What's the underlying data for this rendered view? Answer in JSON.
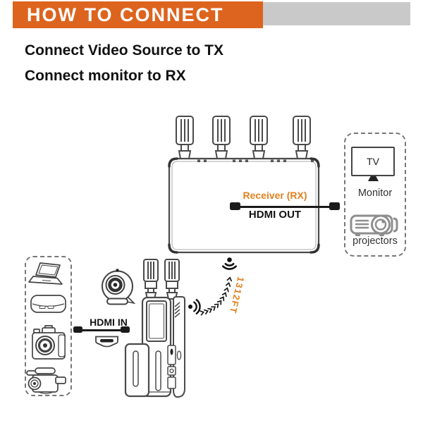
{
  "header": {
    "title": "HOW TO CONNECT"
  },
  "intro": {
    "line1": "Connect Video Source to TX",
    "line2": "Connect monitor to RX"
  },
  "receiver": {
    "name_label": "Receiver (RX)",
    "port_label": "HDMI OUT",
    "antenna_count": 4
  },
  "transmitter": {
    "port_label": "HDMI IN",
    "wireless_range": "1312FT",
    "antenna_count": 2
  },
  "outputs": {
    "tv_label": "TV",
    "monitor_label": "Monitor",
    "projectors_label": "projectors",
    "icons": [
      "tv-icon",
      "projector-icon"
    ]
  },
  "sources": {
    "icons": [
      "laptop-icon",
      "set-top-box-icon",
      "dslr-camera-icon",
      "camcorder-icon",
      "webcam-icon"
    ]
  },
  "colors": {
    "banner_orange": "#DD641E",
    "label_orange": "#E0801F",
    "gray_block": "#C9C9C9",
    "diagram_line": "#444444",
    "projector_gray": "#8E8E8E"
  }
}
